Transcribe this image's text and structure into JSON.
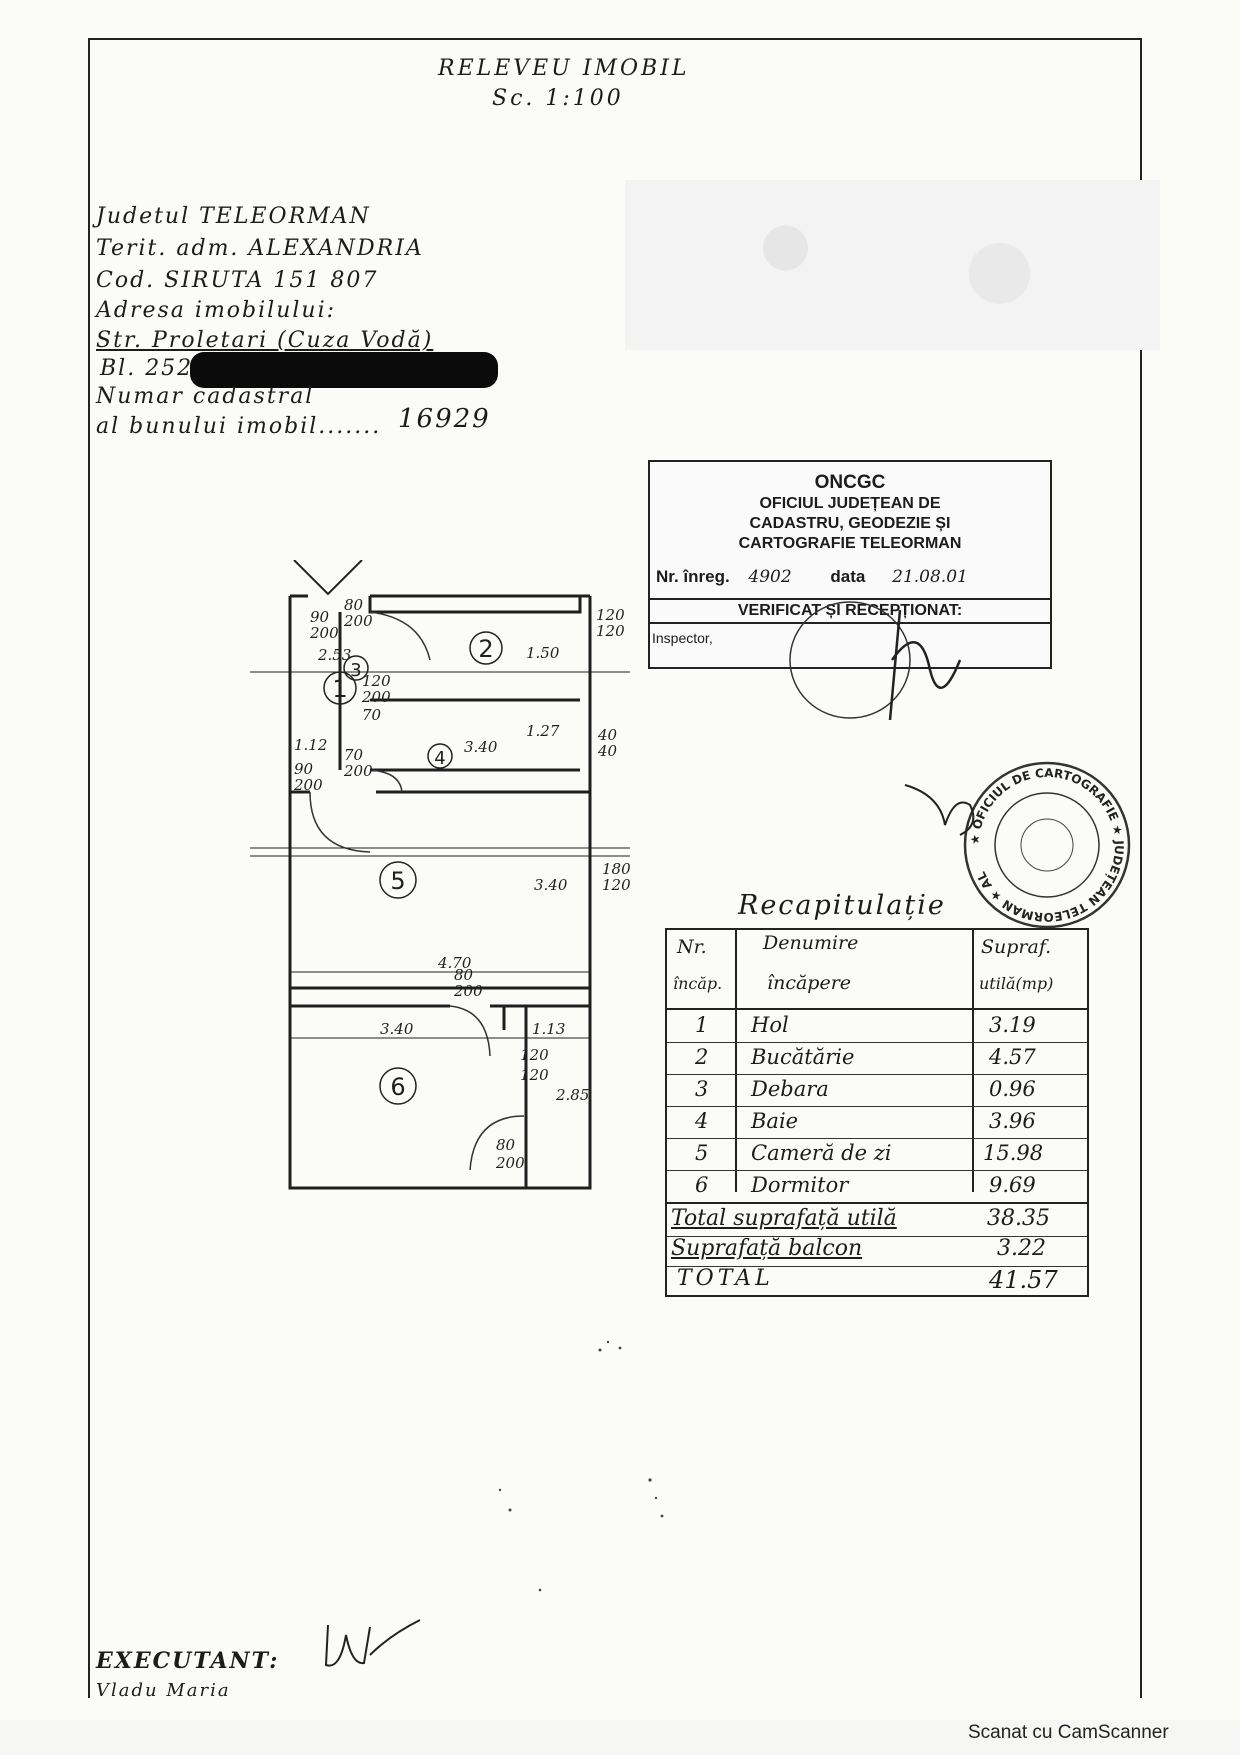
{
  "header": {
    "title": "RELEVEU IMOBIL",
    "scale": "Sc. 1:100"
  },
  "property": {
    "judet": "Judetul TELEORMAN",
    "terit": "Terit. adm. ALEXANDRIA",
    "cod": "Cod. SIRUTA 151 807",
    "adresa_label": "Adresa imobilului:",
    "strada": "Str. Proletari (Cuza Vodă)",
    "bloc": "Bl. 252",
    "numar_label_1": "Numar cadastral",
    "numar_label_2": "al bunului imobil.......",
    "numar_value": "16929"
  },
  "stamp": {
    "org": "ONCGC",
    "line1": "OFICIUL JUDEȚEAN DE",
    "line2": "CADASTRU, GEODEZIE ȘI",
    "line3": "CARTOGRAFIE TELEORMAN",
    "reg_label": "Nr. înreg.",
    "reg_value": "4902",
    "date_label": "data",
    "date_value": "21.08.01",
    "verified": "VERIFICAT ȘI RECEPȚIONAT:",
    "inspector": "Inspector,"
  },
  "seal": {
    "text": "★ OFICIUL DE CARTOGRAFIE ★ JUDEȚEAN TELEORMAN ★ AL"
  },
  "plan": {
    "rooms": [
      "1",
      "2",
      "3",
      "4",
      "5",
      "6"
    ],
    "dims": {
      "d_90_200_a": "90",
      "d_90_200_b": "200",
      "d_80_200_a": "80",
      "d_80_200_b": "200",
      "d_150": "1.50",
      "d_120_120_a": "120",
      "d_120_120_b": "120",
      "d_253": "2.53",
      "d_120_200_a": "120",
      "d_120_200_b": "200",
      "d_70": "70",
      "d_112": "1.12",
      "d_340_top": "3.40",
      "d_127": "1.27",
      "d_40_a": "40",
      "d_40_b": "40",
      "d_90_200_c": "90",
      "d_90_200_d": "200",
      "d_70_200_a": "70",
      "d_70_200_b": "200",
      "d_340_v": "3.40",
      "d_180_120_a": "180",
      "d_180_120_b": "120",
      "d_470": "4.70",
      "d_80_200_c": "80",
      "d_80_200_d": "200",
      "d_340_low": "3.40",
      "d_113": "1.13",
      "d_120_b1": "120",
      "d_120_b2": "120",
      "d_285": "2.85",
      "d_80_200_e": "80",
      "d_80_200_f": "200"
    }
  },
  "recap": {
    "title": "Recapitulație",
    "headers": {
      "nr_1": "Nr.",
      "nr_2": "încăp.",
      "den_1": "Denumire",
      "den_2": "încăpere",
      "sup_1": "Supraf.",
      "sup_2": "utilă(mp)"
    },
    "rows": [
      {
        "nr": "1",
        "name": "Hol",
        "area": "3.19"
      },
      {
        "nr": "2",
        "name": "Bucătărie",
        "area": "4.57"
      },
      {
        "nr": "3",
        "name": "Debara",
        "area": "0.96"
      },
      {
        "nr": "4",
        "name": "Baie",
        "area": "3.96"
      },
      {
        "nr": "5",
        "name": "Cameră de zi",
        "area": "15.98"
      },
      {
        "nr": "6",
        "name": "Dormitor",
        "area": "9.69"
      }
    ],
    "totals": [
      {
        "label": "Total suprafață utilă",
        "value": "38.35"
      },
      {
        "label": "Suprafață balcon",
        "value": "3.22"
      },
      {
        "label": "TOTAL",
        "value": "41.57"
      }
    ]
  },
  "footer": {
    "executant": "EXECUTANT:",
    "name": "Vladu Maria",
    "scanner": "Scanat cu CamScanner"
  }
}
